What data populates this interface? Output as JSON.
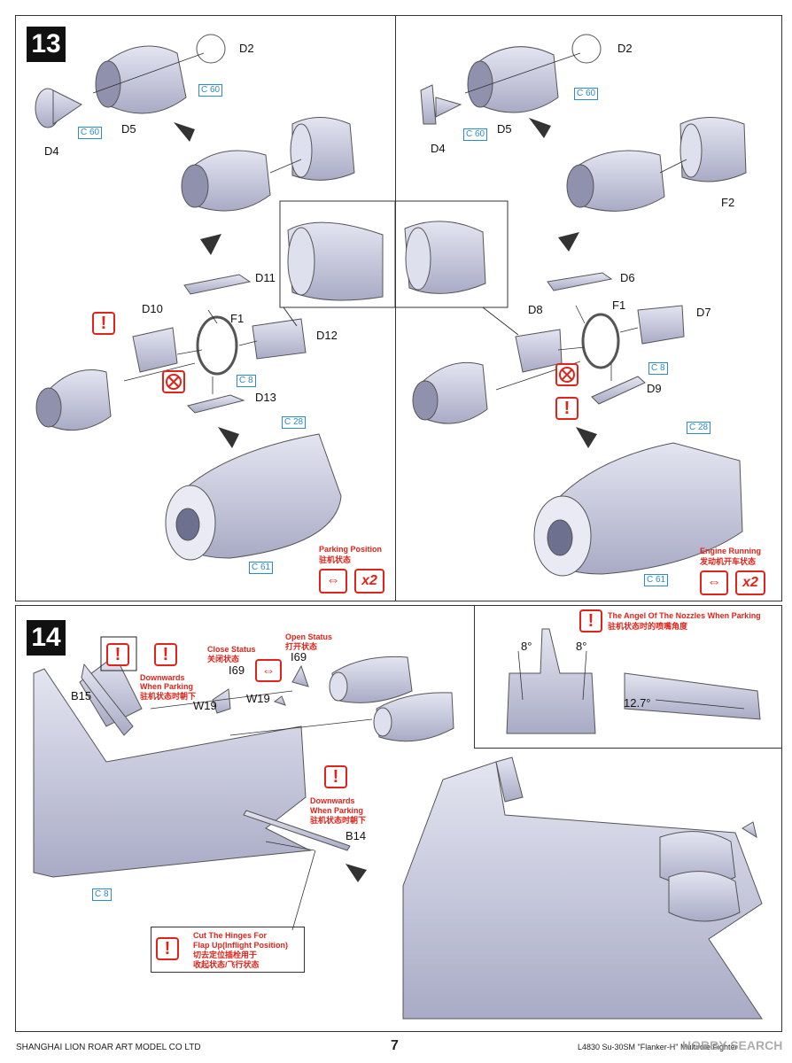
{
  "step13": {
    "number": "13",
    "left": {
      "labels": {
        "d2": "D2",
        "d4": "D4",
        "d5": "D5",
        "d11": "D11",
        "d10": "D10",
        "f1": "F1",
        "d12": "D12",
        "d13": "D13"
      },
      "cboxes": {
        "c60a": "C 60",
        "c60b": "C 60",
        "c8": "C 8",
        "c28": "C 28",
        "c61": "C 61"
      },
      "mode_en": "Parking Position",
      "mode_cn": "驻机状态",
      "multiplier": "x2"
    },
    "right": {
      "labels": {
        "d2": "D2",
        "d4": "D4",
        "d5": "D5",
        "f2": "F2",
        "d6": "D6",
        "d8": "D8",
        "f1": "F1",
        "d7": "D7",
        "d9": "D9"
      },
      "cboxes": {
        "c60a": "C 60",
        "c60b": "C 60",
        "c8": "C 8",
        "c28": "C 28",
        "c61": "C 61"
      },
      "mode_en": "Engine Running",
      "mode_cn": "发动机开车状态",
      "multiplier": "x2"
    }
  },
  "step14": {
    "number": "14",
    "labels": {
      "b15": "B15",
      "i69a": "I69",
      "i69b": "I69",
      "w19a": "W19",
      "w19b": "W19",
      "b14": "B14"
    },
    "cboxes": {
      "c8": "C 8"
    },
    "close_en": "Close Status",
    "close_cn": "关闭状态",
    "open_en": "Open Status",
    "open_cn": "打开状态",
    "down1_en1": "Downwards",
    "down1_en2": "When Parking",
    "down1_cn": "驻机状态时朝下",
    "down2_en1": "Downwards",
    "down2_en2": "When Parking",
    "down2_cn": "驻机状态时朝下",
    "cut_en1": "Cut The Hinges For",
    "cut_en2": "Flap Up(Inflight Position)",
    "cut_cn1": "切去定位插栓用于",
    "cut_cn2": "收起状态/飞行状态",
    "nozzle_en": "The Angel Of The Nozzles When Parking",
    "nozzle_cn": "驻机状态时的喷嘴角度",
    "angle_left": "8°",
    "angle_right": "8°",
    "angle_side": "12.7°"
  },
  "footer": {
    "company": "SHANGHAI LION ROAR ART MODEL CO LTD",
    "page": "7",
    "product": "L4830 Su-30SM \"Flanker-H\" Multirole Fighter",
    "watermark": "HOBBY SEARCH"
  },
  "colors": {
    "accent_red": "#e2231a",
    "callout_blue": "#2a8ad4",
    "part_fill": "#c9cbe0"
  }
}
